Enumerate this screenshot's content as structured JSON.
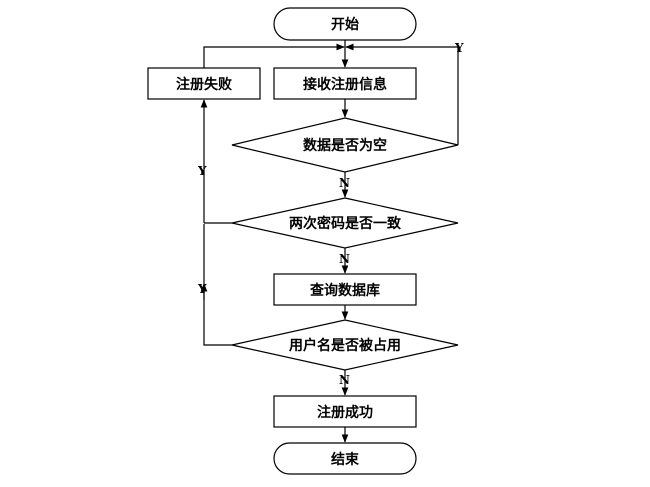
{
  "flowchart": {
    "start": "开始",
    "receive": "接收注册信息",
    "check_empty": "数据是否为空",
    "check_password": "两次密码是否一致",
    "query_db": "查询数据库",
    "check_username": "用户名是否被占用",
    "success": "注册成功",
    "failure": "注册失败",
    "end": "结束"
  },
  "labels": {
    "yes": "Y",
    "no": "N"
  }
}
